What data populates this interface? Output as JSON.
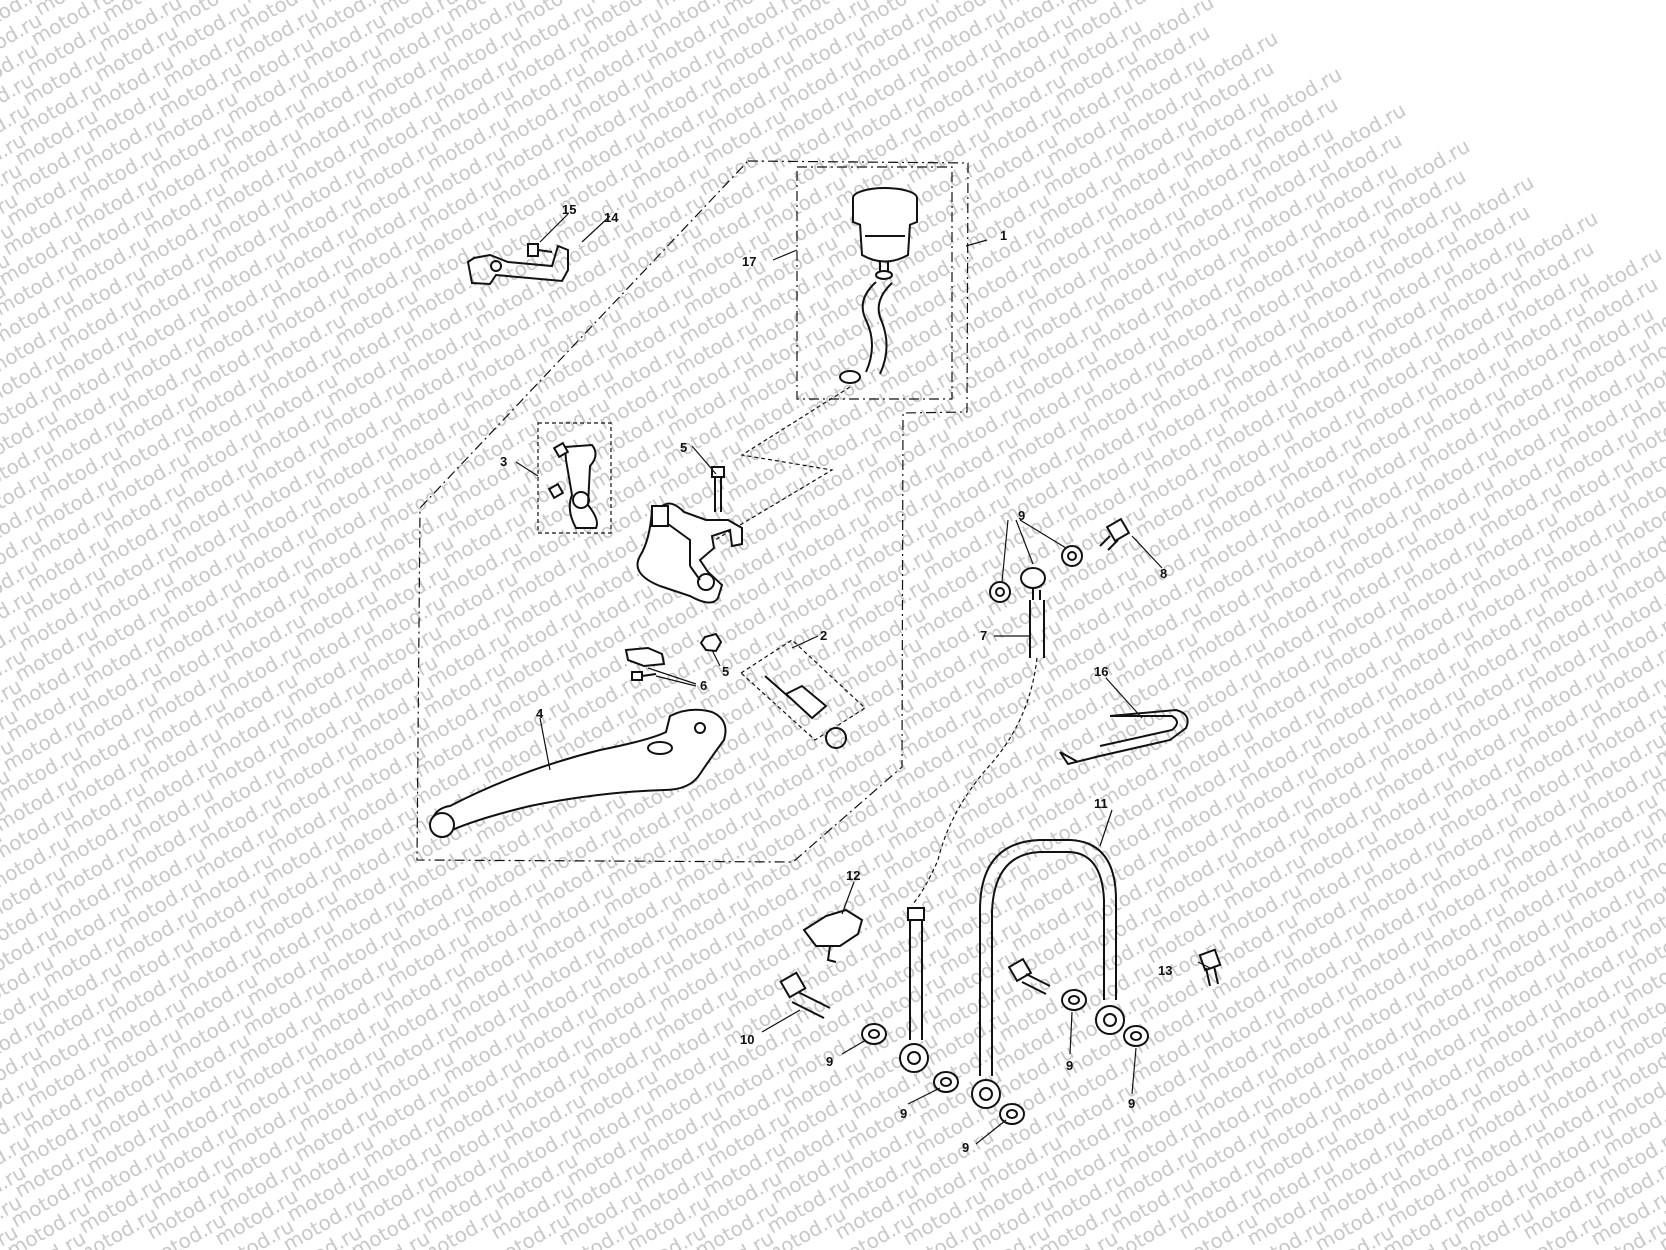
{
  "watermark": {
    "text": "motod.ru"
  },
  "callouts": {
    "c1": "1",
    "c2": "2",
    "c3": "3",
    "c4": "4",
    "c5a": "5",
    "c5b": "5",
    "c6": "6",
    "c7": "7",
    "c8": "8",
    "c9a": "9",
    "c9b": "9",
    "c9c": "9",
    "c9d": "9",
    "c9e": "9",
    "c9f": "9",
    "c10": "10",
    "c11": "11",
    "c12": "12",
    "c13": "13",
    "c14": "14",
    "c15": "15",
    "c16": "16",
    "c17": "17"
  }
}
